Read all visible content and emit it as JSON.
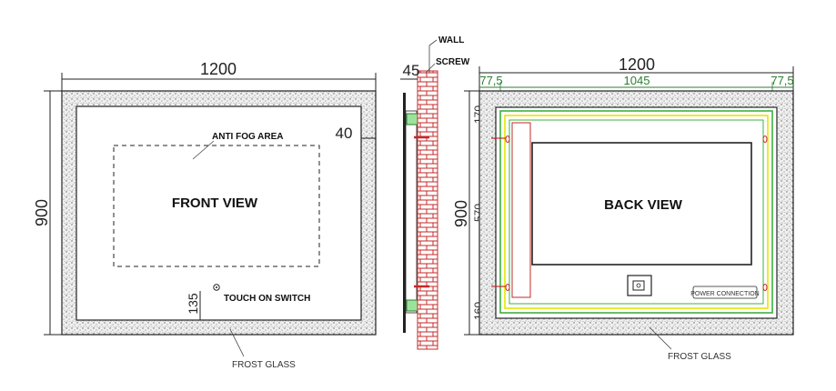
{
  "front": {
    "width_dim": "1200",
    "height_dim": "900",
    "inner_dim": "40",
    "switch_dim": "135",
    "anti_fog_label": "ANTI FOG AREA",
    "view_label": "FRONT VIEW",
    "switch_label": "TOUCH ON SWITCH",
    "glass_label": "FROST GLASS"
  },
  "side": {
    "wall_label": "WALL",
    "screw_label": "SCREW",
    "depth_dim": "45"
  },
  "back": {
    "width_dim": "1200",
    "left_offset": "77,5",
    "inner_width": "1045",
    "right_offset": "77,5",
    "height_dim": "900",
    "top_dim": "170",
    "mid_dim": "570",
    "bottom_dim": "160",
    "view_label": "BACK VIEW",
    "power_label": "POWER CONNECTION",
    "glass_label": "FROST GLASS"
  },
  "colors": {
    "frost_glass": "#d9d9d9",
    "wall_brick": "#c62828",
    "led_green": "#3cb043",
    "led_yellow": "#e6e600",
    "dim_green": "#2e7d32"
  }
}
